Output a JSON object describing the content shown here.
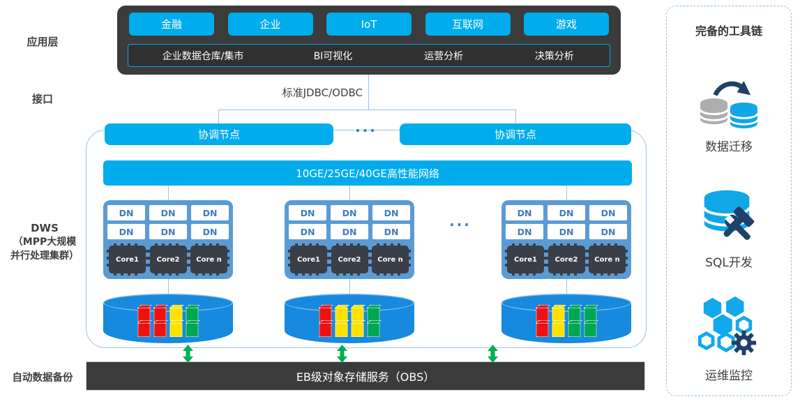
{
  "left_labels": {
    "app_layer": "应用层",
    "interface": "接口",
    "dws_title": "DWS",
    "dws_sub1": "（MPP大规模",
    "dws_sub2": "并行处理集群）",
    "backup": "自动数据备份"
  },
  "app_layer": {
    "industries": [
      "金融",
      "企业",
      "IoT",
      "互联网",
      "游戏"
    ],
    "scenarios": [
      "企业数据仓库/集市",
      "BI可视化",
      "运营分析",
      "决策分析"
    ]
  },
  "interface": {
    "jdbc_label": "标准JDBC/ODBC"
  },
  "cluster": {
    "coordinator_left": "协调节点",
    "coordinator_right": "协调节点",
    "coordinator_dots": "...",
    "network_bar": "10GE/25GE/40GE高性能网络",
    "group_dots": "...",
    "dn_label": "DN",
    "groups": [
      {
        "cores": [
          "Core1",
          "Core2",
          "Core n"
        ]
      },
      {
        "cores": [
          "Core1",
          "Core2",
          "Core n"
        ]
      },
      {
        "cores": [
          "Core1",
          "Core2",
          "Core n"
        ]
      }
    ],
    "cylinders": [
      {
        "columns": [
          "red",
          "red",
          "yellow",
          "green"
        ]
      },
      {
        "columns": [
          "red",
          "yellow",
          "yellow",
          "green"
        ]
      },
      {
        "columns": [
          "red",
          "yellow",
          "green",
          "green"
        ]
      }
    ]
  },
  "storage": {
    "obs_label": "EB级对象存储服务（OBS）"
  },
  "toolchain": {
    "title": "完备的工具链",
    "tools": [
      {
        "icon": "data-migration-icon",
        "label": "数据迁移"
      },
      {
        "icon": "sql-development-icon",
        "label": "SQL开发"
      },
      {
        "icon": "ops-monitoring-icon",
        "label": "运维监控"
      }
    ]
  },
  "colors": {
    "cyan": "#00ACEC",
    "group_blue": "#5B9BD5",
    "cylinder_blue": "#1789DE",
    "dark_gray": "#3B3B3B",
    "navy": "#1F4068",
    "green_arrow": "#00B050",
    "block_red": "#EE1111",
    "block_yellow": "#FFE100",
    "block_green": "#00A651",
    "connector": "#9DC3E6"
  }
}
